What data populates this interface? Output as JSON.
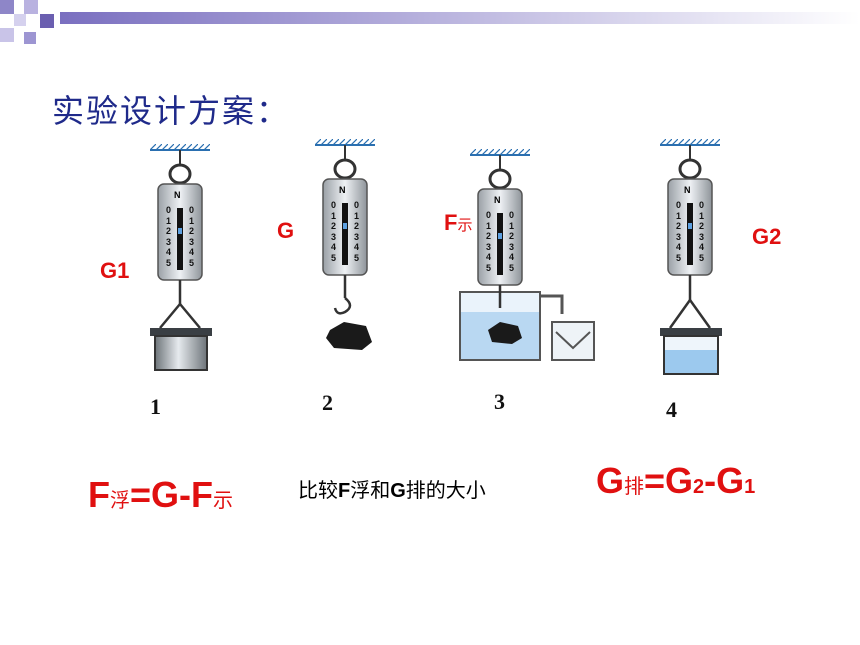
{
  "slide": {
    "title": "实验设计方案：",
    "scale_unit": "N",
    "scale_ticks": [
      "0",
      "1",
      "2",
      "3",
      "4",
      "5"
    ],
    "figures": [
      {
        "number": "1",
        "label": "G1"
      },
      {
        "number": "2",
        "label": "G"
      },
      {
        "number": "3",
        "label_main": "F",
        "label_sub": "示"
      },
      {
        "number": "4",
        "label": "G2"
      }
    ],
    "formula_left": {
      "a": "F",
      "a_sub": "浮",
      "mid": "=G-F",
      "b_sub": "示"
    },
    "compare": {
      "pre": "比较",
      "f": "F",
      "mid": "浮和",
      "g": "G",
      "post": "排的大小"
    },
    "formula_right": {
      "a": "G",
      "a_sub": "排",
      "mid": "=G",
      "n2": "2",
      "dash": "-G",
      "n1": "1"
    },
    "colors": {
      "accent_red": "#e01010",
      "title_blue": "#1f2a8a",
      "deco_purple": "#6b5fb0"
    }
  }
}
